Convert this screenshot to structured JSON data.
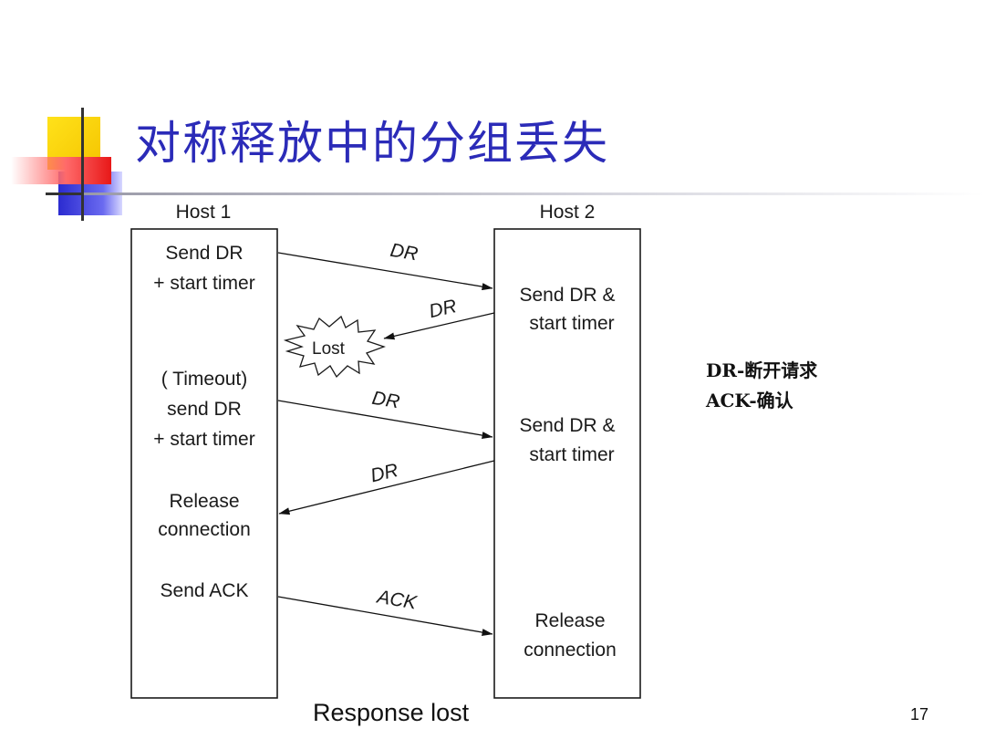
{
  "slide": {
    "title": "对称释放中的分组丢失",
    "page_number": "17",
    "caption": "Response lost",
    "colors": {
      "title": "#2b2bb8",
      "accent_yellow": "#ffe21a",
      "accent_blue": "#2b2bd0",
      "accent_red": "#e81818"
    }
  },
  "diagram": {
    "host1_label": "Host 1",
    "host2_label": "Host 2",
    "host1_steps": [
      [
        "Send DR",
        "+ start timer"
      ],
      [
        "( Timeout)",
        "send DR",
        "+ start timer"
      ],
      [
        "Release",
        "connection"
      ],
      [
        "Send ACK"
      ]
    ],
    "host2_steps": [
      [
        "Send DR &",
        "start timer"
      ],
      [
        "Send DR &",
        "start timer"
      ],
      [
        "Release",
        "connection"
      ]
    ],
    "messages": [
      {
        "label": "DR",
        "direction": "host1-to-host2",
        "lost": false
      },
      {
        "label": "DR",
        "direction": "host2-to-host1",
        "lost": true
      },
      {
        "label": "DR",
        "direction": "host1-to-host2",
        "lost": false
      },
      {
        "label": "DR",
        "direction": "host2-to-host1",
        "lost": false
      },
      {
        "label": "ACK",
        "direction": "host1-to-host2",
        "lost": false
      }
    ],
    "lost_label": "Lost"
  },
  "legend": {
    "items": [
      "DR-断开请求",
      "ACK-确认"
    ]
  }
}
